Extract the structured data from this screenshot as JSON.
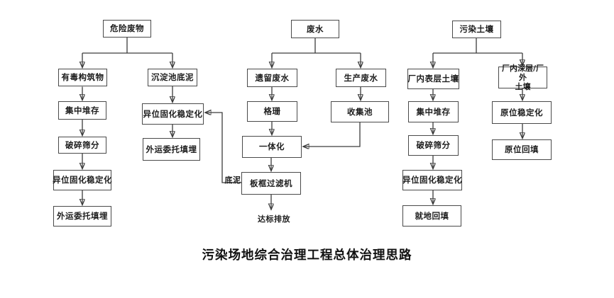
{
  "title": "污染场地综合治理工程总体治理思路",
  "nodes": {
    "hazardous_waste": "危险废物",
    "toxic_structures": "有毒构筑物",
    "sediment_tank_sludge": "沉淀池底泥",
    "central_storage_hw": "集中堆存",
    "crush_screen_hw": "破碎筛分",
    "exsitu_ss_hw": "异位固化稳定化",
    "offsite_landfill_hw": "外运委托填埋",
    "exsitu_ss_sludge": "异位固化稳定化",
    "offsite_landfill_sludge": "外运委托填埋",
    "wastewater": "废水",
    "legacy_wastewater": "遗留废水",
    "production_wastewater": "生产废水",
    "grating": "格珊",
    "collection_pool": "收集池",
    "integrated_unit": "一体化",
    "plate_frame_filter": "板框过滤机",
    "standard_discharge": "达标排放",
    "contaminated_soil": "污染土壤",
    "plant_surface_soil": "厂内表层土壤",
    "plant_deep_outside_soil": "厂内深层/厂外\n土壤",
    "central_storage_soil": "集中堆存",
    "crush_screen_soil": "破碎筛分",
    "exsitu_ss_soil": "异位固化稳定化",
    "onsite_backfill": "就地回填",
    "insitu_stabilization": "原位稳定化",
    "insitu_backfill": "原位回填"
  },
  "edge_labels": {
    "sludge": "底泥"
  },
  "colors": {
    "line": "#3c3c3c",
    "box_border": "#4a4a4a",
    "text": "#1d1d1d",
    "background": "#ffffff"
  }
}
